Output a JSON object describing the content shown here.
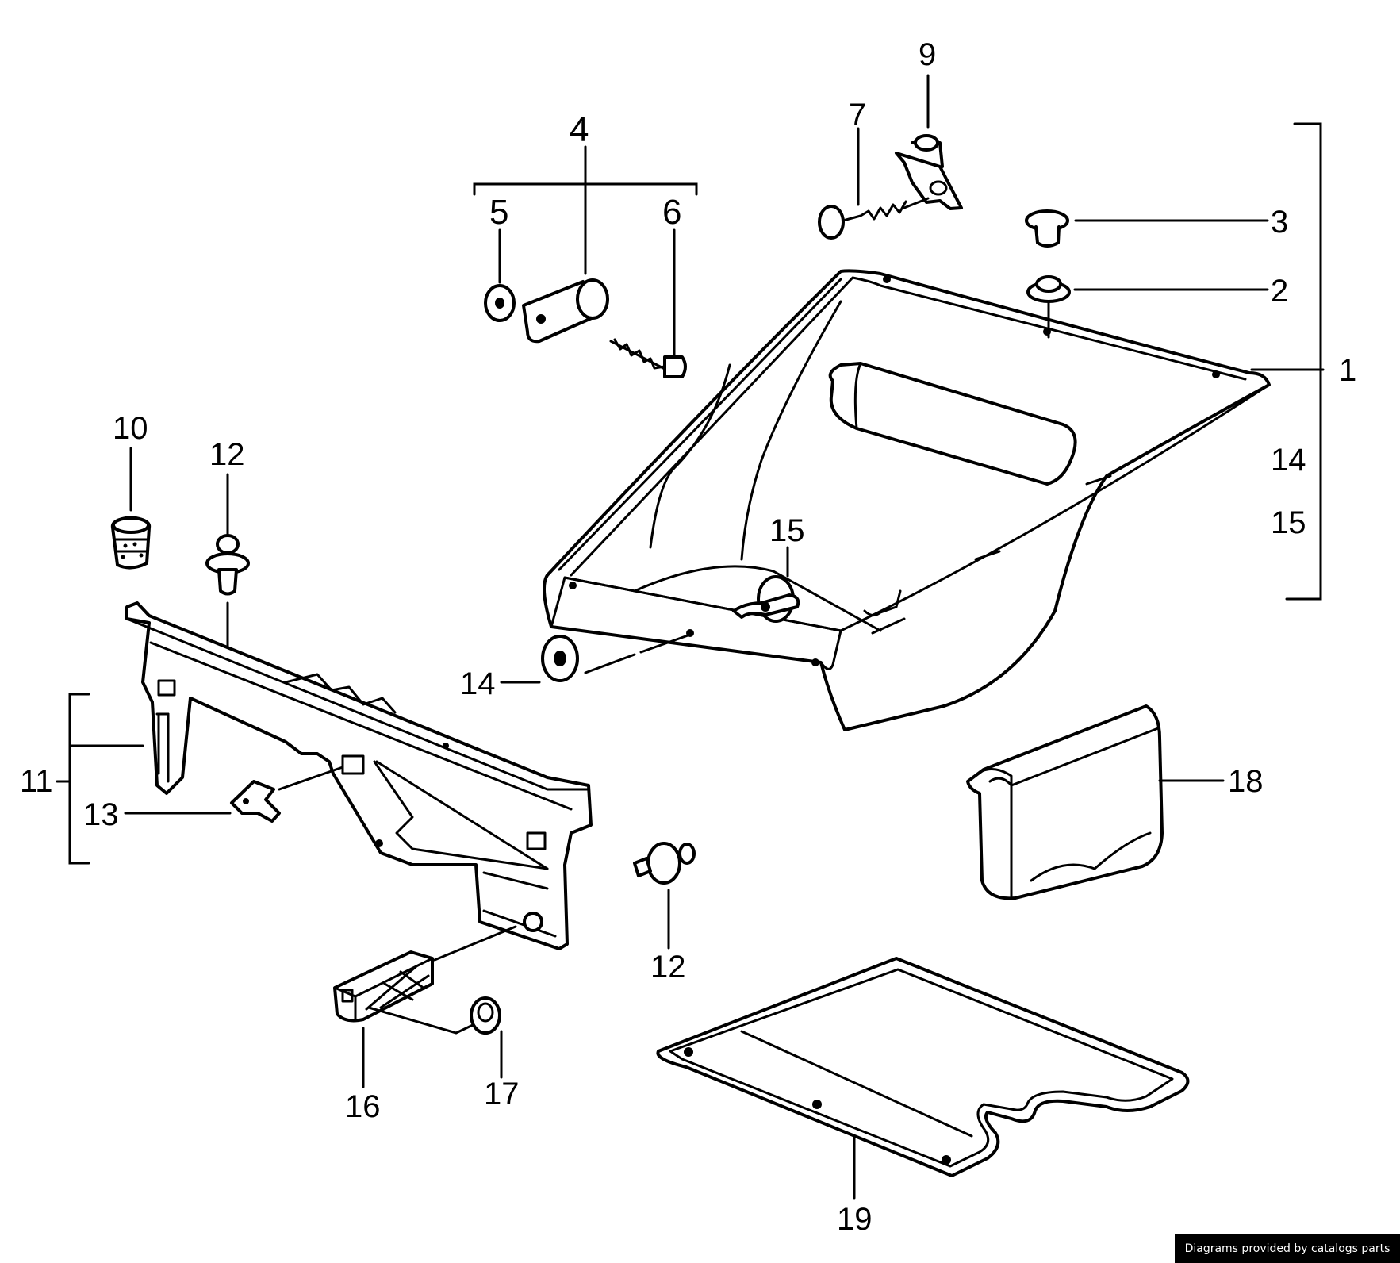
{
  "labels": {
    "p1": "1",
    "p2": "2",
    "p3": "3",
    "p4": "4",
    "p5": "5",
    "p6": "6",
    "p7": "7",
    "p9": "9",
    "p10": "10",
    "p11": "11",
    "p12a": "12",
    "p12b": "12",
    "p13": "13",
    "p14a": "14",
    "p14b": "14",
    "p15a": "15",
    "p15b": "15",
    "p16": "16",
    "p17": "17",
    "p18": "18",
    "p19": "19"
  },
  "credit": "Diagrams provided by catalogs parts"
}
